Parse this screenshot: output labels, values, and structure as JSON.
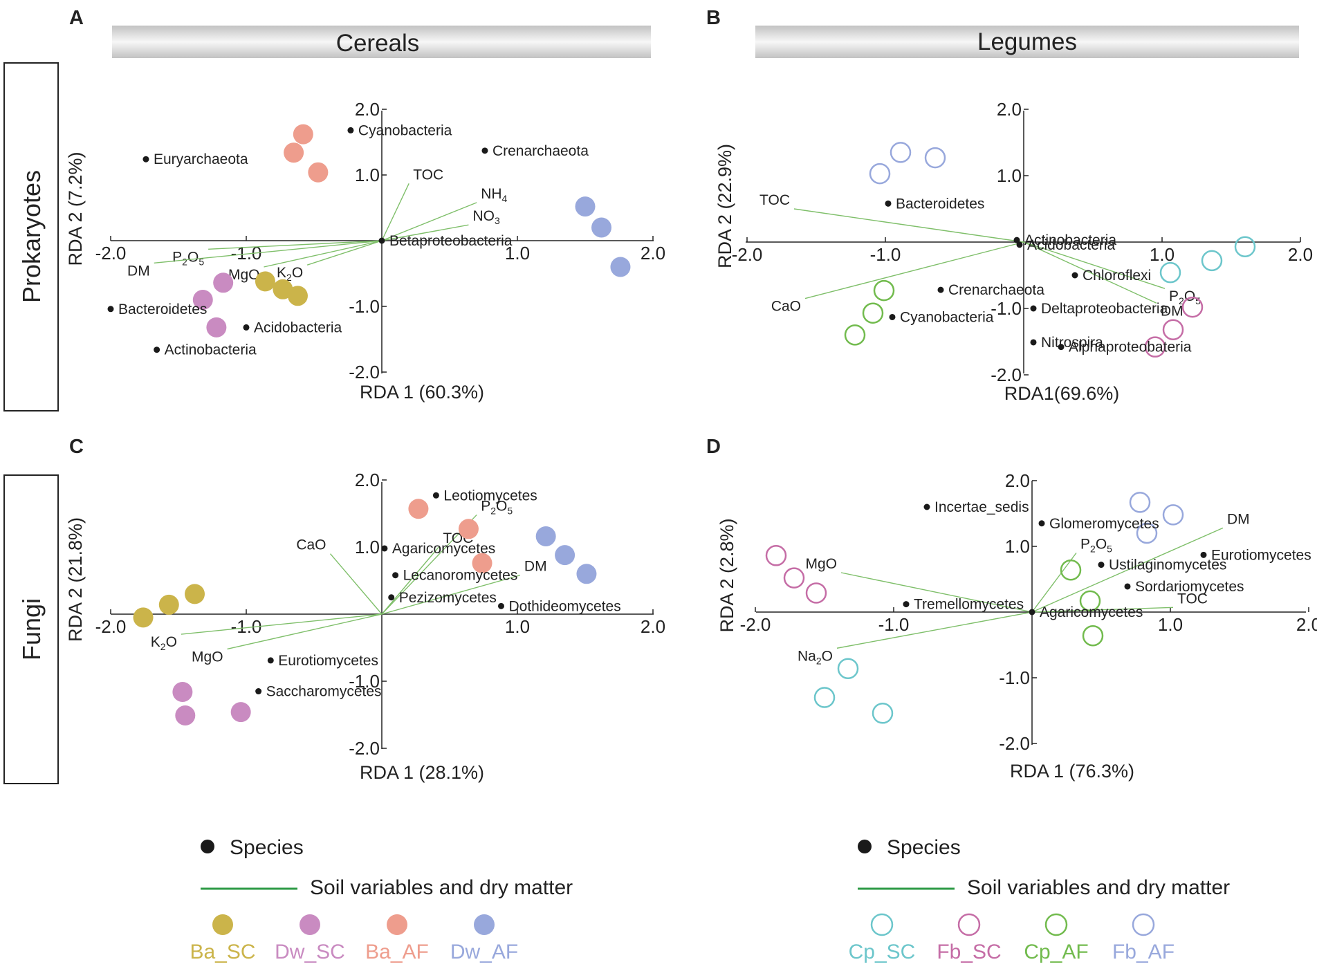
{
  "colors": {
    "Ba_SC": "#cbb44a",
    "Dw_SC": "#c98bc1",
    "Ba_AF": "#ee9d8d",
    "Dw_AF": "#98a8dc",
    "Cp_SC": "#6cc6cb",
    "Fb_SC": "#c56da6",
    "Cp_AF": "#72bb4e",
    "Fb_AF": "#98a8dc",
    "arrow": "#7fbf6a",
    "species": "#1a1a1a"
  },
  "headers": {
    "cereals": "Cereals",
    "legumes": "Legumes"
  },
  "rows": {
    "prokaryotes": "Prokaryotes",
    "fungi": "Fungi"
  },
  "legend": {
    "left": {
      "species": "Species",
      "soil": "Soil variables and dry matter",
      "groups": [
        {
          "label": "Ba_SC",
          "color": "#cbb44a",
          "fill": true
        },
        {
          "label": "Dw_SC",
          "color": "#c98bc1",
          "fill": true
        },
        {
          "label": "Ba_AF",
          "color": "#ee9d8d",
          "fill": true
        },
        {
          "label": "Dw_AF",
          "color": "#98a8dc",
          "fill": true
        }
      ]
    },
    "right": {
      "species": "Species",
      "soil": "Soil variables and dry matter",
      "groups": [
        {
          "label": "Cp_SC",
          "color": "#6cc6cb",
          "fill": false
        },
        {
          "label": "Fb_SC",
          "color": "#c56da6",
          "fill": false
        },
        {
          "label": "Cp_AF",
          "color": "#72bb4e",
          "fill": false
        },
        {
          "label": "Fb_AF",
          "color": "#98a8dc",
          "fill": false
        }
      ]
    }
  },
  "chart_data": [
    {
      "panel": "A",
      "type": "scatter",
      "xlabel": "RDA 1 (60.3%)",
      "ylabel": "RDA 2 (7.2%)",
      "xlim": [
        -2,
        2
      ],
      "ylim": [
        -2,
        2
      ],
      "xticks": [
        "-2.0",
        "-1.0",
        "1.0",
        "2.0"
      ],
      "yticks": [
        "2.0",
        "1.0",
        "-1.0",
        "-2.0"
      ],
      "samples": [
        {
          "group": "Ba_AF",
          "points": [
            [
              -0.58,
              1.62
            ],
            [
              -0.65,
              1.34
            ],
            [
              -0.47,
              1.04
            ]
          ]
        },
        {
          "group": "Dw_AF",
          "points": [
            [
              1.5,
              0.52
            ],
            [
              1.62,
              0.2
            ],
            [
              1.76,
              -0.4
            ]
          ]
        },
        {
          "group": "Ba_SC",
          "points": [
            [
              -0.86,
              -0.62
            ],
            [
              -0.73,
              -0.74
            ],
            [
              -0.62,
              -0.84
            ]
          ]
        },
        {
          "group": "Dw_SC",
          "points": [
            [
              -1.17,
              -0.64
            ],
            [
              -1.32,
              -0.9
            ],
            [
              -1.22,
              -1.32
            ]
          ]
        }
      ],
      "species": [
        {
          "name": "Cyanobacteria",
          "x": -0.23,
          "y": 1.68
        },
        {
          "name": "Crenarchaeota",
          "x": 0.76,
          "y": 1.37
        },
        {
          "name": "Euryarchaeota",
          "x": -1.74,
          "y": 1.24
        },
        {
          "name": "Betaproteobacteria",
          "x": 0.0,
          "y": 0.0
        },
        {
          "name": "Bacteroidetes",
          "x": -2.0,
          "y": -1.04
        },
        {
          "name": "Acidobacteria",
          "x": -1.0,
          "y": -1.32
        },
        {
          "name": "Actinobacteria",
          "x": -1.66,
          "y": -1.66
        }
      ],
      "variables": [
        {
          "name": "TOC",
          "x": 0.2,
          "y": 0.87
        },
        {
          "name": "NH4",
          "x": 0.7,
          "y": 0.58
        },
        {
          "name": "NO3",
          "x": 0.64,
          "y": 0.24
        },
        {
          "name": "P2O5",
          "x": -1.28,
          "y": -0.13
        },
        {
          "name": "DM",
          "x": -1.68,
          "y": -0.34
        },
        {
          "name": "MgO",
          "x": -0.87,
          "y": -0.4
        },
        {
          "name": "K2O",
          "x": -0.55,
          "y": -0.37
        }
      ]
    },
    {
      "panel": "B",
      "type": "scatter",
      "xlabel": "RDA1(69.6%)",
      "ylabel": "RDA 2  (22.9%)",
      "xlim": [
        -2,
        2
      ],
      "ylim": [
        -2,
        2
      ],
      "xticks": [
        "-2.0",
        "-1.0",
        "1.0",
        "2.0"
      ],
      "yticks": [
        "2.0",
        "1.0",
        "-1.0",
        "-2.0"
      ],
      "samples": [
        {
          "group": "Fb_AF",
          "points": [
            [
              -0.89,
              1.35
            ],
            [
              -0.64,
              1.27
            ],
            [
              -1.04,
              1.03
            ]
          ]
        },
        {
          "group": "Cp_SC",
          "points": [
            [
              1.6,
              -0.07
            ],
            [
              1.36,
              -0.28
            ],
            [
              1.06,
              -0.46
            ]
          ]
        },
        {
          "group": "Fb_SC",
          "points": [
            [
              1.22,
              -0.98
            ],
            [
              1.08,
              -1.32
            ],
            [
              0.95,
              -1.58
            ]
          ]
        },
        {
          "group": "Cp_AF",
          "points": [
            [
              -1.01,
              -0.73
            ],
            [
              -1.09,
              -1.07
            ],
            [
              -1.22,
              -1.4
            ]
          ]
        }
      ],
      "species": [
        {
          "name": "Bacteroidetes",
          "x": -0.98,
          "y": 0.58
        },
        {
          "name": "Actinobacteria",
          "x": -0.05,
          "y": 0.03
        },
        {
          "name": "Acidobacteria",
          "x": -0.03,
          "y": -0.04
        },
        {
          "name": "Chloroflexi",
          "x": 0.37,
          "y": -0.5
        },
        {
          "name": "Crenarchaeota",
          "x": -0.6,
          "y": -0.72
        },
        {
          "name": "Deltaproteobacteria",
          "x": 0.07,
          "y": -1.0
        },
        {
          "name": "Cyanobacteria",
          "x": -0.95,
          "y": -1.13
        },
        {
          "name": "Nitrospira",
          "x": 0.07,
          "y": -1.51
        },
        {
          "name": "Alphaproteobateria",
          "x": 0.27,
          "y": -1.58
        }
      ],
      "variables": [
        {
          "name": "TOC",
          "x": -1.66,
          "y": 0.5
        },
        {
          "name": "CaO",
          "x": -1.58,
          "y": -0.85
        },
        {
          "name": "P2O5",
          "x": 1.02,
          "y": -0.7
        },
        {
          "name": "DM",
          "x": 0.96,
          "y": -0.92
        }
      ]
    },
    {
      "panel": "C",
      "type": "scatter",
      "xlabel": "RDA 1 (28.1%)",
      "ylabel": "RDA 2 (21.8%)",
      "xlim": [
        -2,
        2
      ],
      "ylim": [
        -2,
        2
      ],
      "xticks": [
        "-2.0",
        "-1.0",
        "1.0",
        "2.0"
      ],
      "yticks": [
        "2.0",
        "1.0",
        "-1.0",
        "-2.0"
      ],
      "samples": [
        {
          "group": "Ba_AF",
          "points": [
            [
              0.27,
              1.57
            ],
            [
              0.64,
              1.27
            ],
            [
              0.74,
              0.76
            ]
          ]
        },
        {
          "group": "Dw_AF",
          "points": [
            [
              1.21,
              1.16
            ],
            [
              1.35,
              0.88
            ],
            [
              1.51,
              0.6
            ]
          ]
        },
        {
          "group": "Ba_SC",
          "points": [
            [
              -1.38,
              0.3
            ],
            [
              -1.57,
              0.14
            ],
            [
              -1.76,
              -0.05
            ]
          ]
        },
        {
          "group": "Dw_SC",
          "points": [
            [
              -1.47,
              -1.16
            ],
            [
              -1.45,
              -1.51
            ],
            [
              -1.04,
              -1.46
            ]
          ]
        }
      ],
      "species": [
        {
          "name": "Leotiomycetes",
          "x": 0.4,
          "y": 1.77
        },
        {
          "name": "Agaricomycetes",
          "x": 0.02,
          "y": 0.98
        },
        {
          "name": "Lecanoromycetes",
          "x": 0.1,
          "y": 0.58
        },
        {
          "name": "Pezizomycetes",
          "x": 0.07,
          "y": 0.25
        },
        {
          "name": "Dothideomycetes",
          "x": 0.88,
          "y": 0.12
        },
        {
          "name": "Eurotiomycetes",
          "x": -0.82,
          "y": -0.69
        },
        {
          "name": "Saccharomycetes",
          "x": -0.91,
          "y": -1.15
        }
      ],
      "variables": [
        {
          "name": "P2O5",
          "x": 0.7,
          "y": 1.48
        },
        {
          "name": "TOC",
          "x": 0.42,
          "y": 1.0
        },
        {
          "name": "CaO",
          "x": -0.38,
          "y": 0.9
        },
        {
          "name": "DM",
          "x": 1.02,
          "y": 0.58
        },
        {
          "name": "K2O",
          "x": -1.48,
          "y": -0.3
        },
        {
          "name": "MgO",
          "x": -1.14,
          "y": -0.52
        }
      ]
    },
    {
      "panel": "D",
      "type": "scatter",
      "xlabel": "RDA 1 (76.3%)",
      "ylabel": "RDA 2 (2.8%)",
      "xlim": [
        -2,
        2
      ],
      "ylim": [
        -2,
        2
      ],
      "xticks": [
        "-2.0",
        "-1.0",
        "1.0",
        "2.0"
      ],
      "yticks": [
        "2.0",
        "1.0",
        "-1.0",
        "-2.0"
      ],
      "samples": [
        {
          "group": "Fb_AF",
          "points": [
            [
              0.78,
              1.67
            ],
            [
              1.02,
              1.48
            ],
            [
              0.83,
              1.2
            ]
          ]
        },
        {
          "group": "Fb_SC",
          "points": [
            [
              -1.85,
              0.86
            ],
            [
              -1.72,
              0.52
            ],
            [
              -1.56,
              0.29
            ]
          ]
        },
        {
          "group": "Cp_AF",
          "points": [
            [
              0.28,
              0.64
            ],
            [
              0.42,
              0.17
            ],
            [
              0.44,
              -0.36
            ]
          ]
        },
        {
          "group": "Cp_SC",
          "points": [
            [
              -1.33,
              -0.86
            ],
            [
              -1.5,
              -1.3
            ],
            [
              -1.08,
              -1.54
            ]
          ]
        }
      ],
      "species": [
        {
          "name": "Incertae_sedis",
          "x": -0.76,
          "y": 1.6
        },
        {
          "name": "Glomeromycetes",
          "x": 0.07,
          "y": 1.35
        },
        {
          "name": "Ustilaginomycetes",
          "x": 0.5,
          "y": 0.72
        },
        {
          "name": "Eurotiomycetes",
          "x": 1.24,
          "y": 0.87
        },
        {
          "name": "Sordariomycetes",
          "x": 0.69,
          "y": 0.39
        },
        {
          "name": "Tremellomycetes",
          "x": -0.91,
          "y": 0.12
        },
        {
          "name": "Agaricomycetes",
          "x": 0.0,
          "y": 0.0
        }
      ],
      "variables": [
        {
          "name": "DM",
          "x": 1.38,
          "y": 1.28
        },
        {
          "name": "P2O5",
          "x": 0.32,
          "y": 0.9
        },
        {
          "name": "TOC",
          "x": 1.02,
          "y": 0.07
        },
        {
          "name": "MgO",
          "x": -1.38,
          "y": 0.6
        },
        {
          "name": "Na2O",
          "x": -1.41,
          "y": -0.55
        }
      ]
    }
  ]
}
